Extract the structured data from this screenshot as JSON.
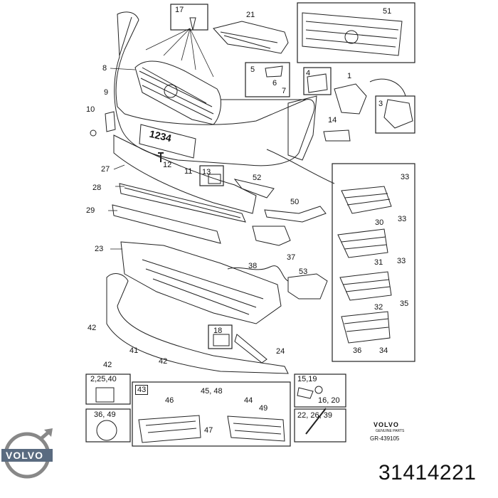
{
  "callouts": [
    "17",
    "21",
    "51",
    "8",
    "9",
    "10",
    "5",
    "6",
    "7",
    "4",
    "1",
    "3",
    "14",
    "27",
    "12",
    "11",
    "13",
    "52",
    "28",
    "50",
    "29",
    "23",
    "37",
    "38",
    "53",
    "42",
    "41",
    "18",
    "24",
    "33",
    "30",
    "33",
    "31",
    "33",
    "32",
    "35",
    "36",
    "34",
    "2,25,40",
    "43",
    "45, 48",
    "46",
    "44",
    "49",
    "47",
    "15,19",
    "16, 20",
    "22, 26, 39",
    "36, 49"
  ],
  "brand": {
    "name": "VOLVO",
    "sub": "GENUINE PARTS",
    "ref": "GR-439105"
  },
  "logo_text": "VOLVO",
  "part_number": "31414221",
  "plate_text": "1234"
}
